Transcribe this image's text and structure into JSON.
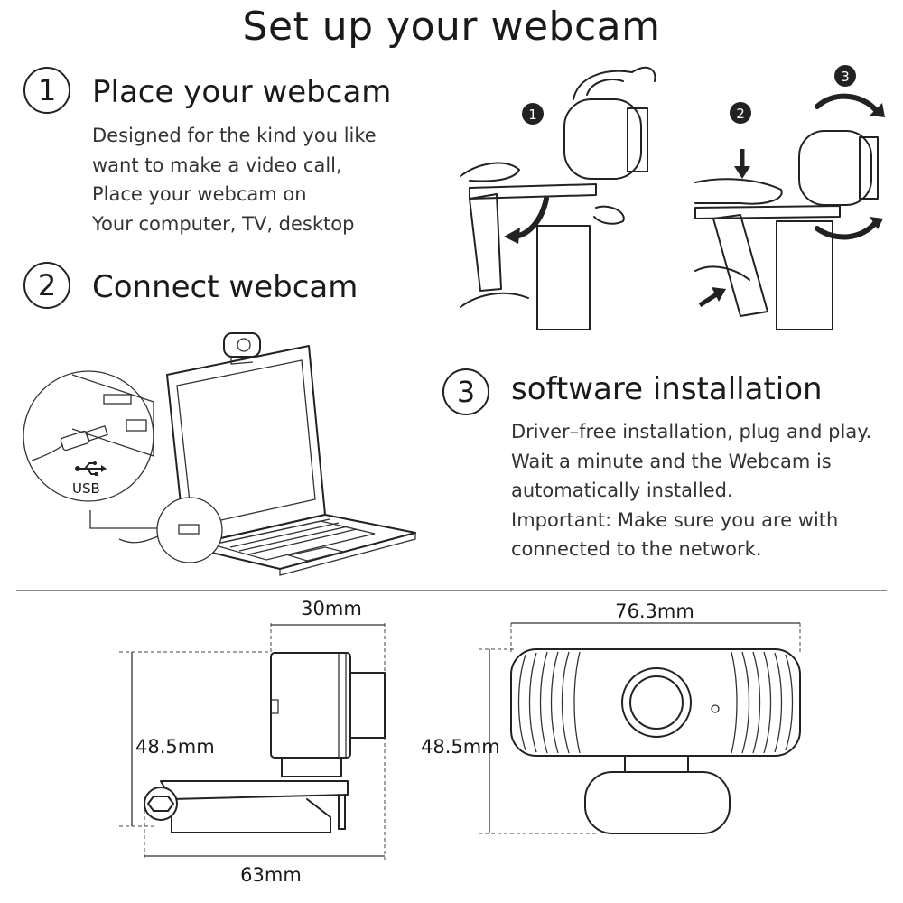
{
  "page": {
    "title": "Set up your webcam"
  },
  "steps": [
    {
      "number": "1",
      "title": "Place your webcam",
      "body": [
        "Designed for the kind you like",
        "want to make a video call,",
        "Place your webcam on",
        "Your computer, TV, desktop"
      ]
    },
    {
      "number": "2",
      "title": "Connect webcam",
      "usb_label": "USB"
    },
    {
      "number": "3",
      "title": "software installation",
      "body": [
        "Driver–free installation, plug and play.",
        "Wait a minute and the Webcam is",
        "automatically installed.",
        "Important: Make sure you are with",
        "connected to the network."
      ]
    }
  ],
  "mount_steps": [
    "1",
    "2",
    "3"
  ],
  "dimensions": {
    "side_depth": "30mm",
    "side_height": "48.5mm",
    "side_width": "63mm",
    "front_width": "76.3mm",
    "front_height": "48.5mm"
  },
  "icons": [
    "usb-icon",
    "curved-arrow-icon",
    "down-arrow-icon"
  ]
}
